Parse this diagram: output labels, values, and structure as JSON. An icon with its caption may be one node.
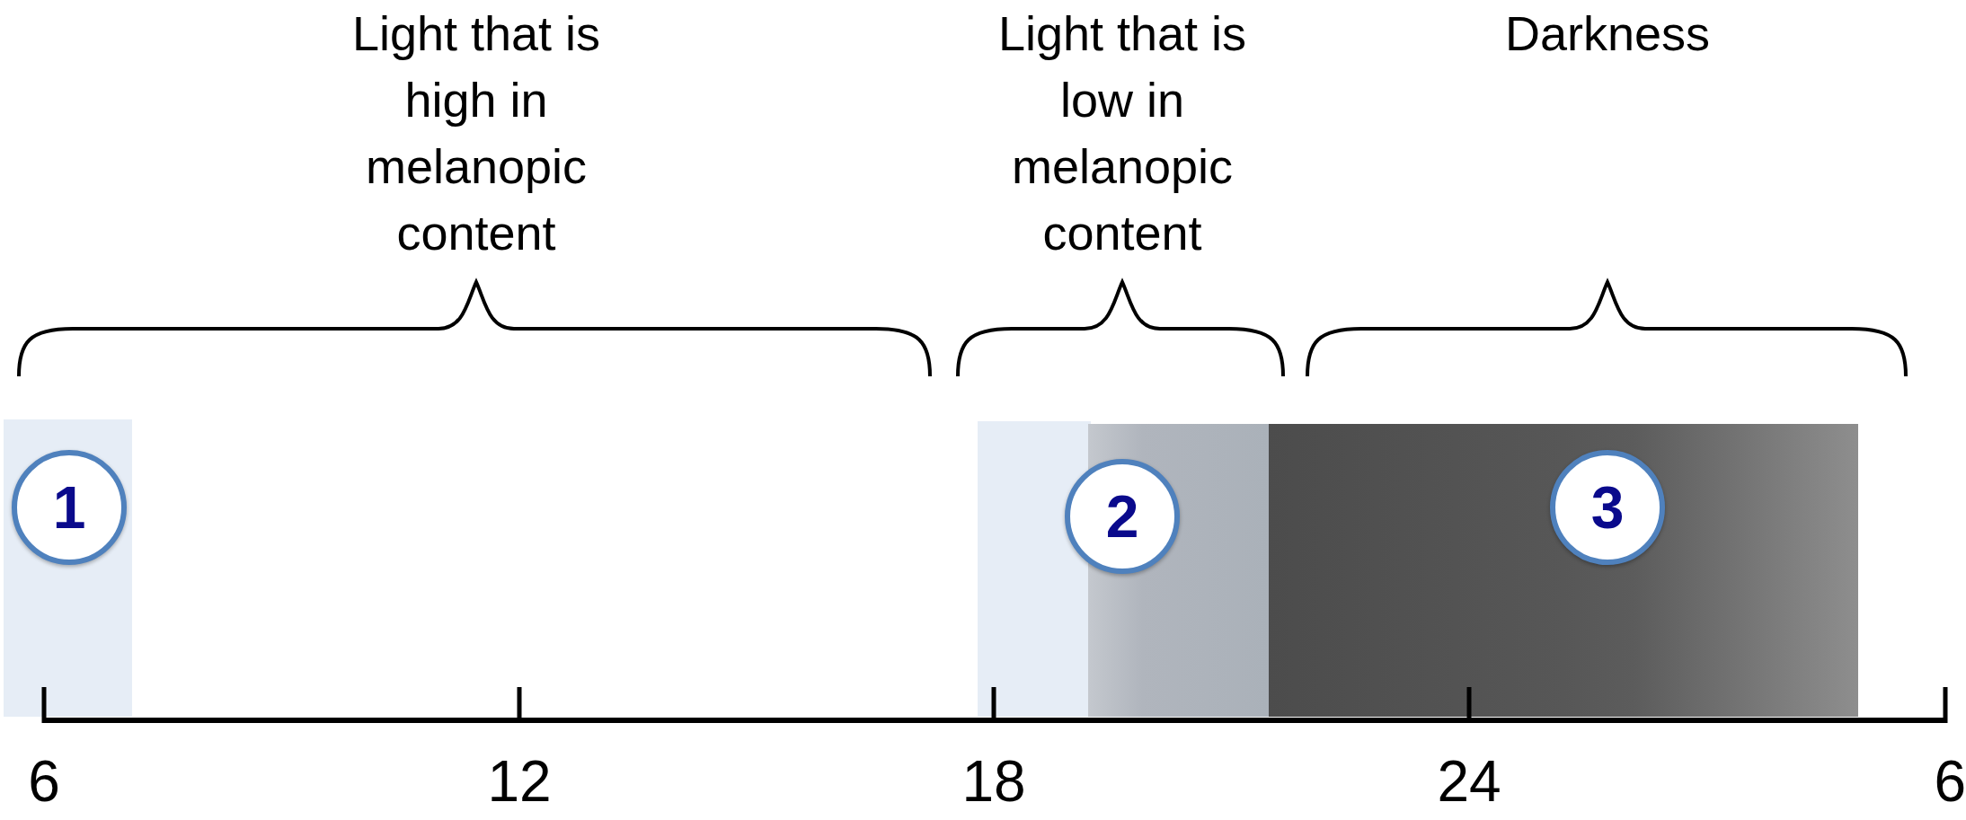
{
  "diagram": {
    "nodes": [
      {
        "text": [
          "1"
        ]
      },
      {
        "text": [
          "2"
        ]
      },
      {
        "text": [
          "3"
        ]
      }
    ],
    "labels": [
      "Light that is high in melanopic content",
      "Light that is low in melanopic content",
      "Darkness",
      "6",
      "12",
      "18",
      "24",
      "6"
    ]
  }
}
